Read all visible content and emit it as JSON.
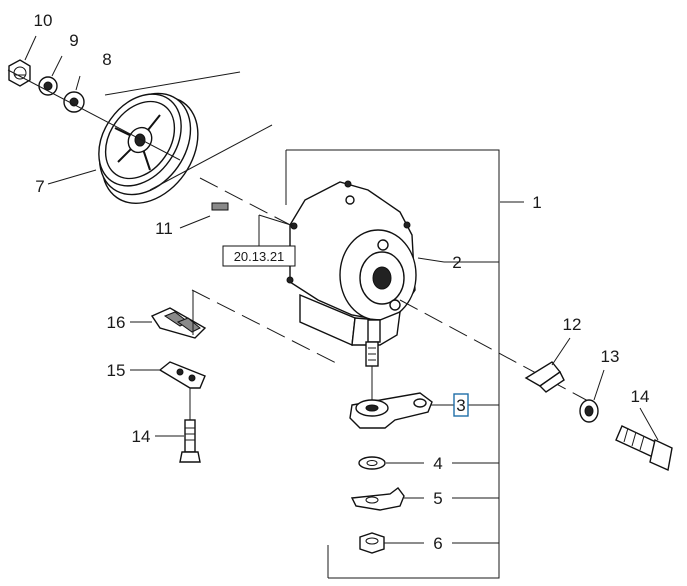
{
  "diagram": {
    "reference_box": "20.13.21",
    "callouts": {
      "c1": "1",
      "c2": "2",
      "c3": "3",
      "c4": "4",
      "c5": "5",
      "c6": "6",
      "c7": "7",
      "c8": "8",
      "c9": "9",
      "c10": "10",
      "c11": "11",
      "c12": "12",
      "c13": "13",
      "c14a": "14",
      "c14b": "14",
      "c15": "15",
      "c16": "16"
    }
  }
}
